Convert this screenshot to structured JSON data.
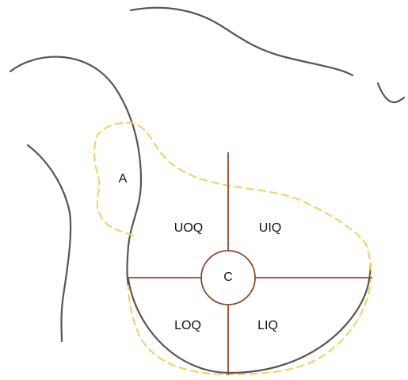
{
  "labels": {
    "axilla": "A",
    "upper_outer_quadrant": "UOQ",
    "upper_inner_quadrant": "UIQ",
    "central": "C",
    "lower_outer_quadrant": "LOQ",
    "lower_inner_quadrant": "LIQ"
  },
  "colors": {
    "body_outline": "#555555",
    "quadrant_lines": "#8b4a2b",
    "tissue_boundary": "#f0d060",
    "label_text": "#111111"
  }
}
